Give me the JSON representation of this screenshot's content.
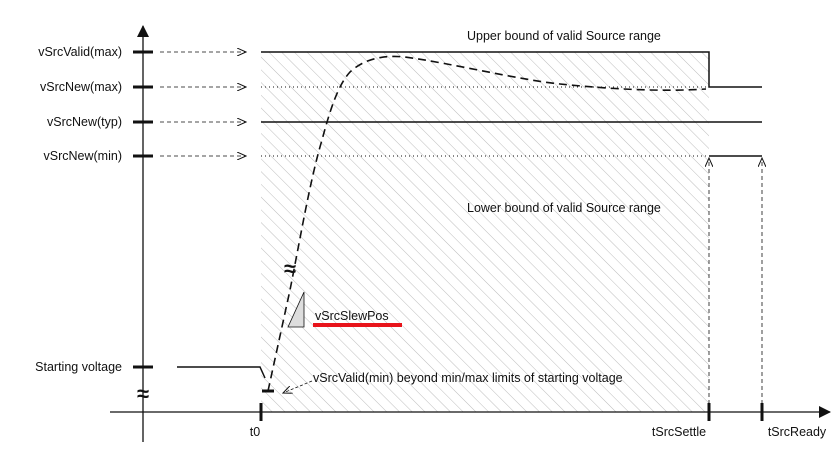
{
  "y_labels": {
    "vsrc_valid_max": "vSrcValid(max)",
    "vsrc_new_max": "vSrcNew(max)",
    "vsrc_new_typ": "vSrcNew(typ)",
    "vsrc_new_min": "vSrcNew(min)",
    "starting_voltage": "Starting voltage"
  },
  "x_labels": {
    "t0": "t0",
    "tsrc_settle": "tSrcSettle",
    "tsrc_ready": "tSrcReady"
  },
  "annotations": {
    "upper_bound": "Upper bound of valid Source range",
    "lower_bound": "Lower bound of valid Source range",
    "slew": "vSrcSlewPos",
    "vsrc_valid_min": "vSrcValid(min) beyond min/max limits of starting voltage",
    "approx_symbol": "≈"
  },
  "colors": {
    "line": "#111111",
    "hatch": "#bdbdbd",
    "slew_underline": "#e8141b"
  }
}
